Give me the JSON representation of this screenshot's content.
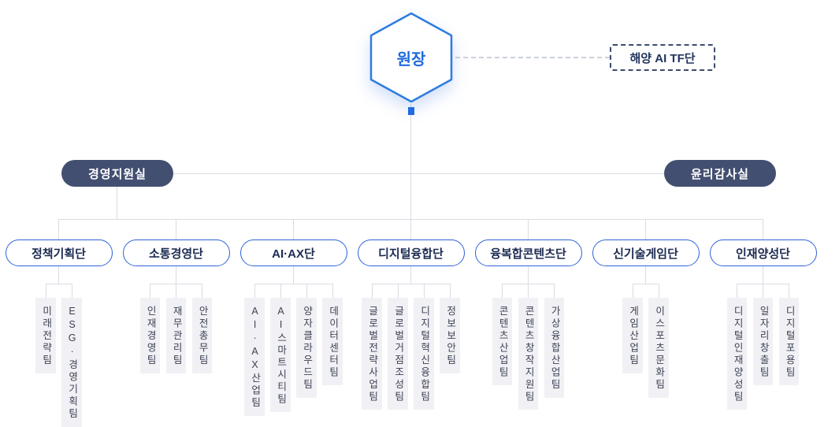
{
  "org": {
    "root": {
      "label": "원장"
    },
    "tf_team": {
      "label": "해양 AI TF단"
    },
    "offices": [
      {
        "label": "경영지원실"
      },
      {
        "label": "윤리감사실"
      }
    ],
    "groups": [
      {
        "label": "정책기획단",
        "teams": [
          "미래전략팀",
          "ESG·경영기획팀"
        ]
      },
      {
        "label": "소통경영단",
        "teams": [
          "인재경영팀",
          "재무관리팀",
          "안전총무팀"
        ]
      },
      {
        "label": "AI·AX단",
        "teams": [
          "AI·AX산업팀",
          "AI스마트시티팀",
          "양자클라우드팀",
          "데이터센터팀"
        ]
      },
      {
        "label": "디지털융합단",
        "teams": [
          "글로벌전략사업팀",
          "글로벌거점조성팀",
          "디지털혁신융합팀",
          "정보보안팀"
        ]
      },
      {
        "label": "융복합콘텐츠단",
        "teams": [
          "콘텐츠산업팀",
          "콘텐츠창작지원팀",
          "가상융합산업팀"
        ]
      },
      {
        "label": "신기술게임단",
        "teams": [
          "게임산업팀",
          "이스포츠문화팀"
        ]
      },
      {
        "label": "인재양성단",
        "teams": [
          "디지털인재양성팀",
          "일자리창출팀",
          "디지털포용팀"
        ]
      }
    ],
    "colors": {
      "accent_blue": "#1f6ce0",
      "oval_border": "#2e63d8",
      "office_bg": "#434f70",
      "navy_text": "#22345c",
      "team_bg": "#f1f1f5",
      "line": "#d9dce2"
    }
  }
}
